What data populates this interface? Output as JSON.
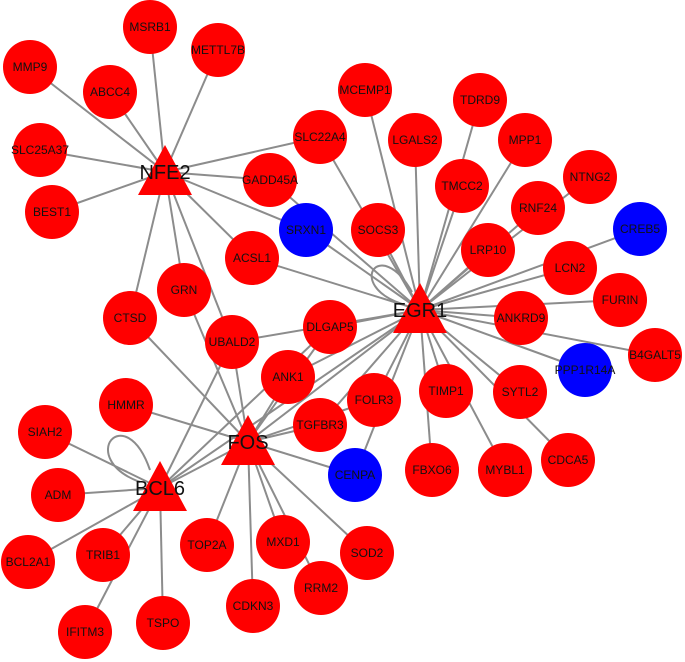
{
  "colors": {
    "target": "#ff0000",
    "blue": "#0000ff",
    "edge": "#8c8c8c",
    "hub": "#ff0000"
  },
  "hubs": [
    {
      "id": "NFE2",
      "label": "NFE2"
    },
    {
      "id": "EGR1",
      "label": "EGR1"
    },
    {
      "id": "FOS",
      "label": "FOS"
    },
    {
      "id": "BCL6",
      "label": "BCL6"
    }
  ],
  "nodes": [
    {
      "id": "MSRB1",
      "label": "MSRB1",
      "color": "red"
    },
    {
      "id": "METTL7B",
      "label": "METTL7B",
      "color": "red"
    },
    {
      "id": "MMP9",
      "label": "MMP9",
      "color": "red"
    },
    {
      "id": "ABCC4",
      "label": "ABCC4",
      "color": "red"
    },
    {
      "id": "SLC25A37",
      "label": "SLC25A37",
      "color": "red"
    },
    {
      "id": "BEST1",
      "label": "BEST1",
      "color": "red"
    },
    {
      "id": "MCEMP1",
      "label": "MCEMP1",
      "color": "red"
    },
    {
      "id": "TDRD9",
      "label": "TDRD9",
      "color": "red"
    },
    {
      "id": "SLC22A4",
      "label": "SLC22A4",
      "color": "red"
    },
    {
      "id": "LGALS2",
      "label": "LGALS2",
      "color": "red"
    },
    {
      "id": "MPP1",
      "label": "MPP1",
      "color": "red"
    },
    {
      "id": "GADD45A",
      "label": "GADD45A",
      "color": "red"
    },
    {
      "id": "NTNG2",
      "label": "NTNG2",
      "color": "red"
    },
    {
      "id": "TMCC2",
      "label": "TMCC2",
      "color": "red"
    },
    {
      "id": "RNF24",
      "label": "RNF24",
      "color": "red"
    },
    {
      "id": "SRXN1",
      "label": "SRXN1",
      "color": "blue"
    },
    {
      "id": "SOCS3",
      "label": "SOCS3",
      "color": "red"
    },
    {
      "id": "CREB5",
      "label": "CREB5",
      "color": "blue"
    },
    {
      "id": "LRP10",
      "label": "LRP10",
      "color": "red"
    },
    {
      "id": "ACSL1",
      "label": "ACSL1",
      "color": "red"
    },
    {
      "id": "LCN2",
      "label": "LCN2",
      "color": "red"
    },
    {
      "id": "GRN",
      "label": "GRN",
      "color": "red"
    },
    {
      "id": "FURIN",
      "label": "FURIN",
      "color": "red"
    },
    {
      "id": "CTSD",
      "label": "CTSD",
      "color": "red"
    },
    {
      "id": "ANKRD9",
      "label": "ANKRD9",
      "color": "red"
    },
    {
      "id": "DLGAP5",
      "label": "DLGAP5",
      "color": "red"
    },
    {
      "id": "UBALD2",
      "label": "UBALD2",
      "color": "red"
    },
    {
      "id": "B4GALT5",
      "label": "B4GALT5",
      "color": "red"
    },
    {
      "id": "PPP1R14A",
      "label": "PPP1R14A",
      "color": "blue"
    },
    {
      "id": "ANK1",
      "label": "ANK1",
      "color": "red"
    },
    {
      "id": "FOLR3",
      "label": "FOLR3",
      "color": "red"
    },
    {
      "id": "TIMP1",
      "label": "TIMP1",
      "color": "red"
    },
    {
      "id": "SYTL2",
      "label": "SYTL2",
      "color": "red"
    },
    {
      "id": "HMMR",
      "label": "HMMR",
      "color": "red"
    },
    {
      "id": "TGFBR3",
      "label": "TGFBR3",
      "color": "red"
    },
    {
      "id": "SIAH2",
      "label": "SIAH2",
      "color": "red"
    },
    {
      "id": "CDCA5",
      "label": "CDCA5",
      "color": "red"
    },
    {
      "id": "CENPA",
      "label": "CENPA",
      "color": "blue"
    },
    {
      "id": "FBXO6",
      "label": "FBXO6",
      "color": "red"
    },
    {
      "id": "MYBL1",
      "label": "MYBL1",
      "color": "red"
    },
    {
      "id": "ADM",
      "label": "ADM",
      "color": "red"
    },
    {
      "id": "TOP2A",
      "label": "TOP2A",
      "color": "red"
    },
    {
      "id": "MXD1",
      "label": "MXD1",
      "color": "red"
    },
    {
      "id": "SOD2",
      "label": "SOD2",
      "color": "red"
    },
    {
      "id": "BCL2A1",
      "label": "BCL2A1",
      "color": "red"
    },
    {
      "id": "TRIB1",
      "label": "TRIB1",
      "color": "red"
    },
    {
      "id": "RRM2",
      "label": "RRM2",
      "color": "red"
    },
    {
      "id": "CDKN3",
      "label": "CDKN3",
      "color": "red"
    },
    {
      "id": "IFITM3",
      "label": "IFITM3",
      "color": "red"
    },
    {
      "id": "TSPO",
      "label": "TSPO",
      "color": "red"
    }
  ],
  "edges": [
    [
      "NFE2",
      "MSRB1"
    ],
    [
      "NFE2",
      "METTL7B"
    ],
    [
      "NFE2",
      "MMP9"
    ],
    [
      "NFE2",
      "ABCC4"
    ],
    [
      "NFE2",
      "SLC25A37"
    ],
    [
      "NFE2",
      "BEST1"
    ],
    [
      "NFE2",
      "SLC22A4"
    ],
    [
      "NFE2",
      "GADD45A"
    ],
    [
      "NFE2",
      "SRXN1"
    ],
    [
      "NFE2",
      "ACSL1"
    ],
    [
      "NFE2",
      "GRN"
    ],
    [
      "NFE2",
      "CTSD"
    ],
    [
      "NFE2",
      "UBALD2"
    ],
    [
      "EGR1",
      "MCEMP1"
    ],
    [
      "EGR1",
      "TDRD9"
    ],
    [
      "EGR1",
      "SLC22A4"
    ],
    [
      "EGR1",
      "LGALS2"
    ],
    [
      "EGR1",
      "MPP1"
    ],
    [
      "EGR1",
      "GADD45A"
    ],
    [
      "EGR1",
      "NTNG2"
    ],
    [
      "EGR1",
      "TMCC2"
    ],
    [
      "EGR1",
      "RNF24"
    ],
    [
      "EGR1",
      "SRXN1"
    ],
    [
      "EGR1",
      "SOCS3"
    ],
    [
      "EGR1",
      "CREB5"
    ],
    [
      "EGR1",
      "LRP10"
    ],
    [
      "EGR1",
      "ACSL1"
    ],
    [
      "EGR1",
      "LCN2"
    ],
    [
      "EGR1",
      "FURIN"
    ],
    [
      "EGR1",
      "ANKRD9"
    ],
    [
      "EGR1",
      "DLGAP5"
    ],
    [
      "EGR1",
      "UBALD2"
    ],
    [
      "EGR1",
      "B4GALT5"
    ],
    [
      "EGR1",
      "PPP1R14A"
    ],
    [
      "EGR1",
      "ANK1"
    ],
    [
      "EGR1",
      "FOLR3"
    ],
    [
      "EGR1",
      "TIMP1"
    ],
    [
      "EGR1",
      "SYTL2"
    ],
    [
      "EGR1",
      "TGFBR3"
    ],
    [
      "EGR1",
      "CDCA5"
    ],
    [
      "EGR1",
      "CENPA"
    ],
    [
      "EGR1",
      "FBXO6"
    ],
    [
      "EGR1",
      "MYBL1"
    ],
    [
      "EGR1",
      "FOS"
    ],
    [
      "EGR1",
      "BCL6"
    ],
    [
      "FOS",
      "CTSD"
    ],
    [
      "FOS",
      "GRN"
    ],
    [
      "FOS",
      "UBALD2"
    ],
    [
      "FOS",
      "DLGAP5"
    ],
    [
      "FOS",
      "ANK1"
    ],
    [
      "FOS",
      "HMMR"
    ],
    [
      "FOS",
      "TGFBR3"
    ],
    [
      "FOS",
      "FOLR3"
    ],
    [
      "FOS",
      "CENPA"
    ],
    [
      "FOS",
      "TOP2A"
    ],
    [
      "FOS",
      "MXD1"
    ],
    [
      "FOS",
      "SOD2"
    ],
    [
      "FOS",
      "RRM2"
    ],
    [
      "FOS",
      "CDKN3"
    ],
    [
      "FOS",
      "BCL6"
    ],
    [
      "BCL6",
      "UBALD2"
    ],
    [
      "BCL6",
      "SIAH2"
    ],
    [
      "BCL6",
      "ADM"
    ],
    [
      "BCL6",
      "BCL2A1"
    ],
    [
      "BCL6",
      "TRIB1"
    ],
    [
      "BCL6",
      "IFITM3"
    ],
    [
      "BCL6",
      "TSPO"
    ],
    [
      "BCL6",
      "DLGAP5"
    ]
  ],
  "self_loops": [
    "EGR1",
    "BCL6"
  ]
}
